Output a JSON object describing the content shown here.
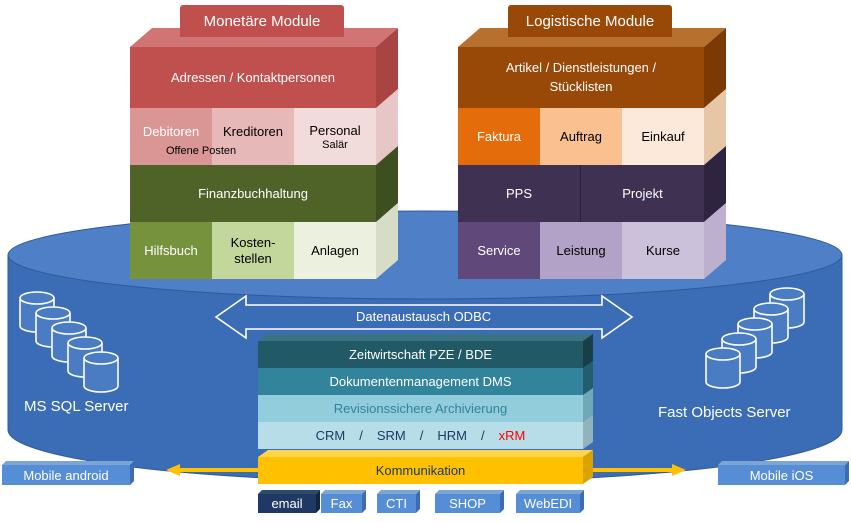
{
  "monetary": {
    "title": "Monetäre Module",
    "addresses": "Adressen / Kontaktpersonen",
    "debitoren": "Debitoren",
    "kreditoren": "Kreditoren",
    "offene_posten": "Offene Posten",
    "personal": "Personal",
    "salaer": "Salär",
    "fibu": "Finanzbuchhaltung",
    "hilfsbuch": "Hilfsbuch",
    "kosten_line1": "Kosten-",
    "kosten_line2": "stellen",
    "anlagen": "Anlagen"
  },
  "logistic": {
    "title": "Logistische Module",
    "artikel_line1": "Artikel / Dienstleistungen /",
    "artikel_line2": "Stücklisten",
    "faktura": "Faktura",
    "auftrag": "Auftrag",
    "einkauf": "Einkauf",
    "pps": "PPS",
    "projekt": "Projekt",
    "service": "Service",
    "leistung": "Leistung",
    "kurse": "Kurse"
  },
  "platform": {
    "datenaustausch": "Datenaustausch ODBC",
    "ms_sql": "MS SQL Server",
    "fast_objects": "Fast Objects Server"
  },
  "stack": {
    "zeit": "Zeitwirtschaft PZE / BDE",
    "dms": "Dokumentenmanagement DMS",
    "archiv": "Revisionssichere Archivierung",
    "crm": "CRM",
    "srm": "SRM",
    "hrm": "HRM",
    "xrm": "xRM",
    "sep": "/",
    "kommunikation": "Kommunikation"
  },
  "channels": {
    "email": "email",
    "fax": "Fax",
    "cti": "CTI",
    "shop": "SHOP",
    "webedi": "WebEDI"
  },
  "mobile": {
    "android": "Mobile android",
    "ios": "Mobile iOS"
  },
  "colors": {
    "disk_top": "#4f7fc6",
    "disk_side": "#3a6db5",
    "monetary_red": "#c0504d",
    "monetary_pink": "#dfa7a6",
    "fibu_green": "#4f6228",
    "hilfsbuch_green": "#76923c",
    "logistic_brown": "#984807",
    "faktura_orange": "#e46c0a",
    "purple_dark": "#3f3151",
    "purple_mid": "#60497a",
    "zeit_teal": "#215967",
    "dms_teal": "#31849b",
    "archiv_light": "#92cddc",
    "crm_light": "#b7dee8",
    "komm_gold": "#ffc000",
    "xrm_red": "#ff0000"
  }
}
